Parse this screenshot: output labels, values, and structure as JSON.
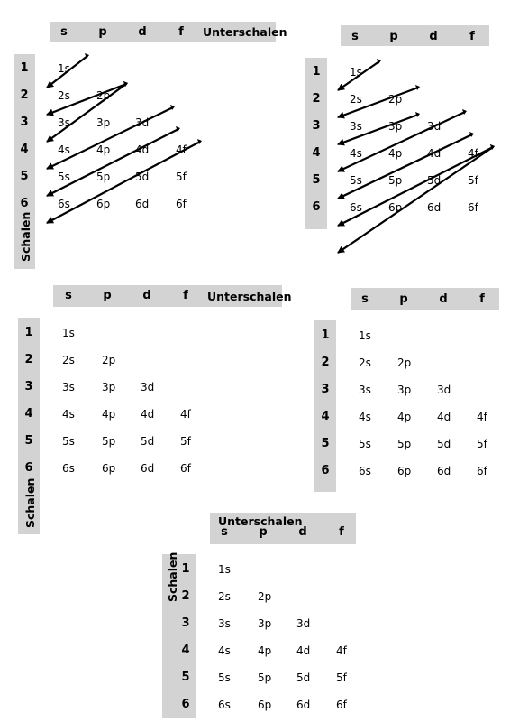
{
  "header_labels": [
    "s",
    "p",
    "d",
    "f"
  ],
  "unterschalen_label": "Unterschalen",
  "schalen_label": "Schalen",
  "rows": [
    {
      "shell": "1",
      "orbitals": [
        "1s"
      ]
    },
    {
      "shell": "2",
      "orbitals": [
        "2s",
        "2p"
      ]
    },
    {
      "shell": "3",
      "orbitals": [
        "3s",
        "3p",
        "3d"
      ]
    },
    {
      "shell": "4",
      "orbitals": [
        "4s",
        "4p",
        "4d",
        "4f"
      ]
    },
    {
      "shell": "5",
      "orbitals": [
        "5s",
        "5p",
        "5d",
        "5f"
      ]
    },
    {
      "shell": "6",
      "orbitals": [
        "6s",
        "6p",
        "6d",
        "6f"
      ]
    }
  ],
  "colors": {
    "bar": "#d3d3d3",
    "arrow": "#000000",
    "text": "#000000"
  },
  "panels": [
    {
      "id": "panel-1",
      "variant": "arrows-with-labels",
      "shows_unterschalen": true,
      "shows_schalen": true
    },
    {
      "id": "panel-2",
      "variant": "arrows-no-labels",
      "shows_unterschalen": false,
      "shows_schalen": false
    },
    {
      "id": "panel-3",
      "variant": "table-with-labels",
      "shows_unterschalen": true,
      "shows_schalen": true
    },
    {
      "id": "panel-4",
      "variant": "table-no-labels",
      "shows_unterschalen": false,
      "shows_schalen": false
    },
    {
      "id": "panel-5",
      "variant": "table-labels-top",
      "shows_unterschalen": true,
      "shows_schalen": true
    }
  ]
}
